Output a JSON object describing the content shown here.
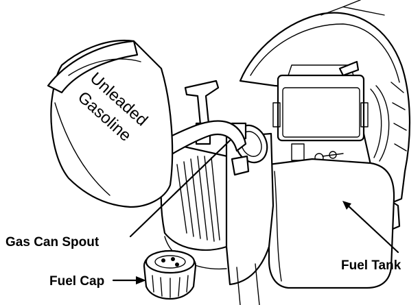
{
  "can_label": {
    "line1": "Unleaded",
    "line2": "Gasoline"
  },
  "labels": {
    "spout": "Gas Can Spout",
    "cap": "Fuel Cap",
    "tank": "Fuel Tank"
  },
  "icons": [
    "fuel-cap-icon"
  ],
  "colors": {
    "ink": "#000000",
    "paper": "#ffffff"
  }
}
